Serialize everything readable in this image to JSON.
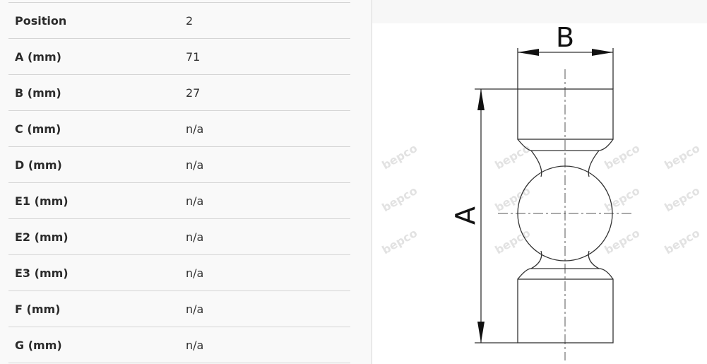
{
  "specs": [
    {
      "label": "Position",
      "value": "2"
    },
    {
      "label": "A (mm)",
      "value": "71"
    },
    {
      "label": "B (mm)",
      "value": "27"
    },
    {
      "label": "C (mm)",
      "value": "n/a"
    },
    {
      "label": "D (mm)",
      "value": "n/a"
    },
    {
      "label": "E1 (mm)",
      "value": "n/a"
    },
    {
      "label": "E2 (mm)",
      "value": "n/a"
    },
    {
      "label": "E3 (mm)",
      "value": "n/a"
    },
    {
      "label": "F (mm)",
      "value": "n/a"
    },
    {
      "label": "G (mm)",
      "value": "n/a"
    }
  ],
  "drawing": {
    "label_a": "A",
    "label_b": "B",
    "watermark": "bepco"
  }
}
